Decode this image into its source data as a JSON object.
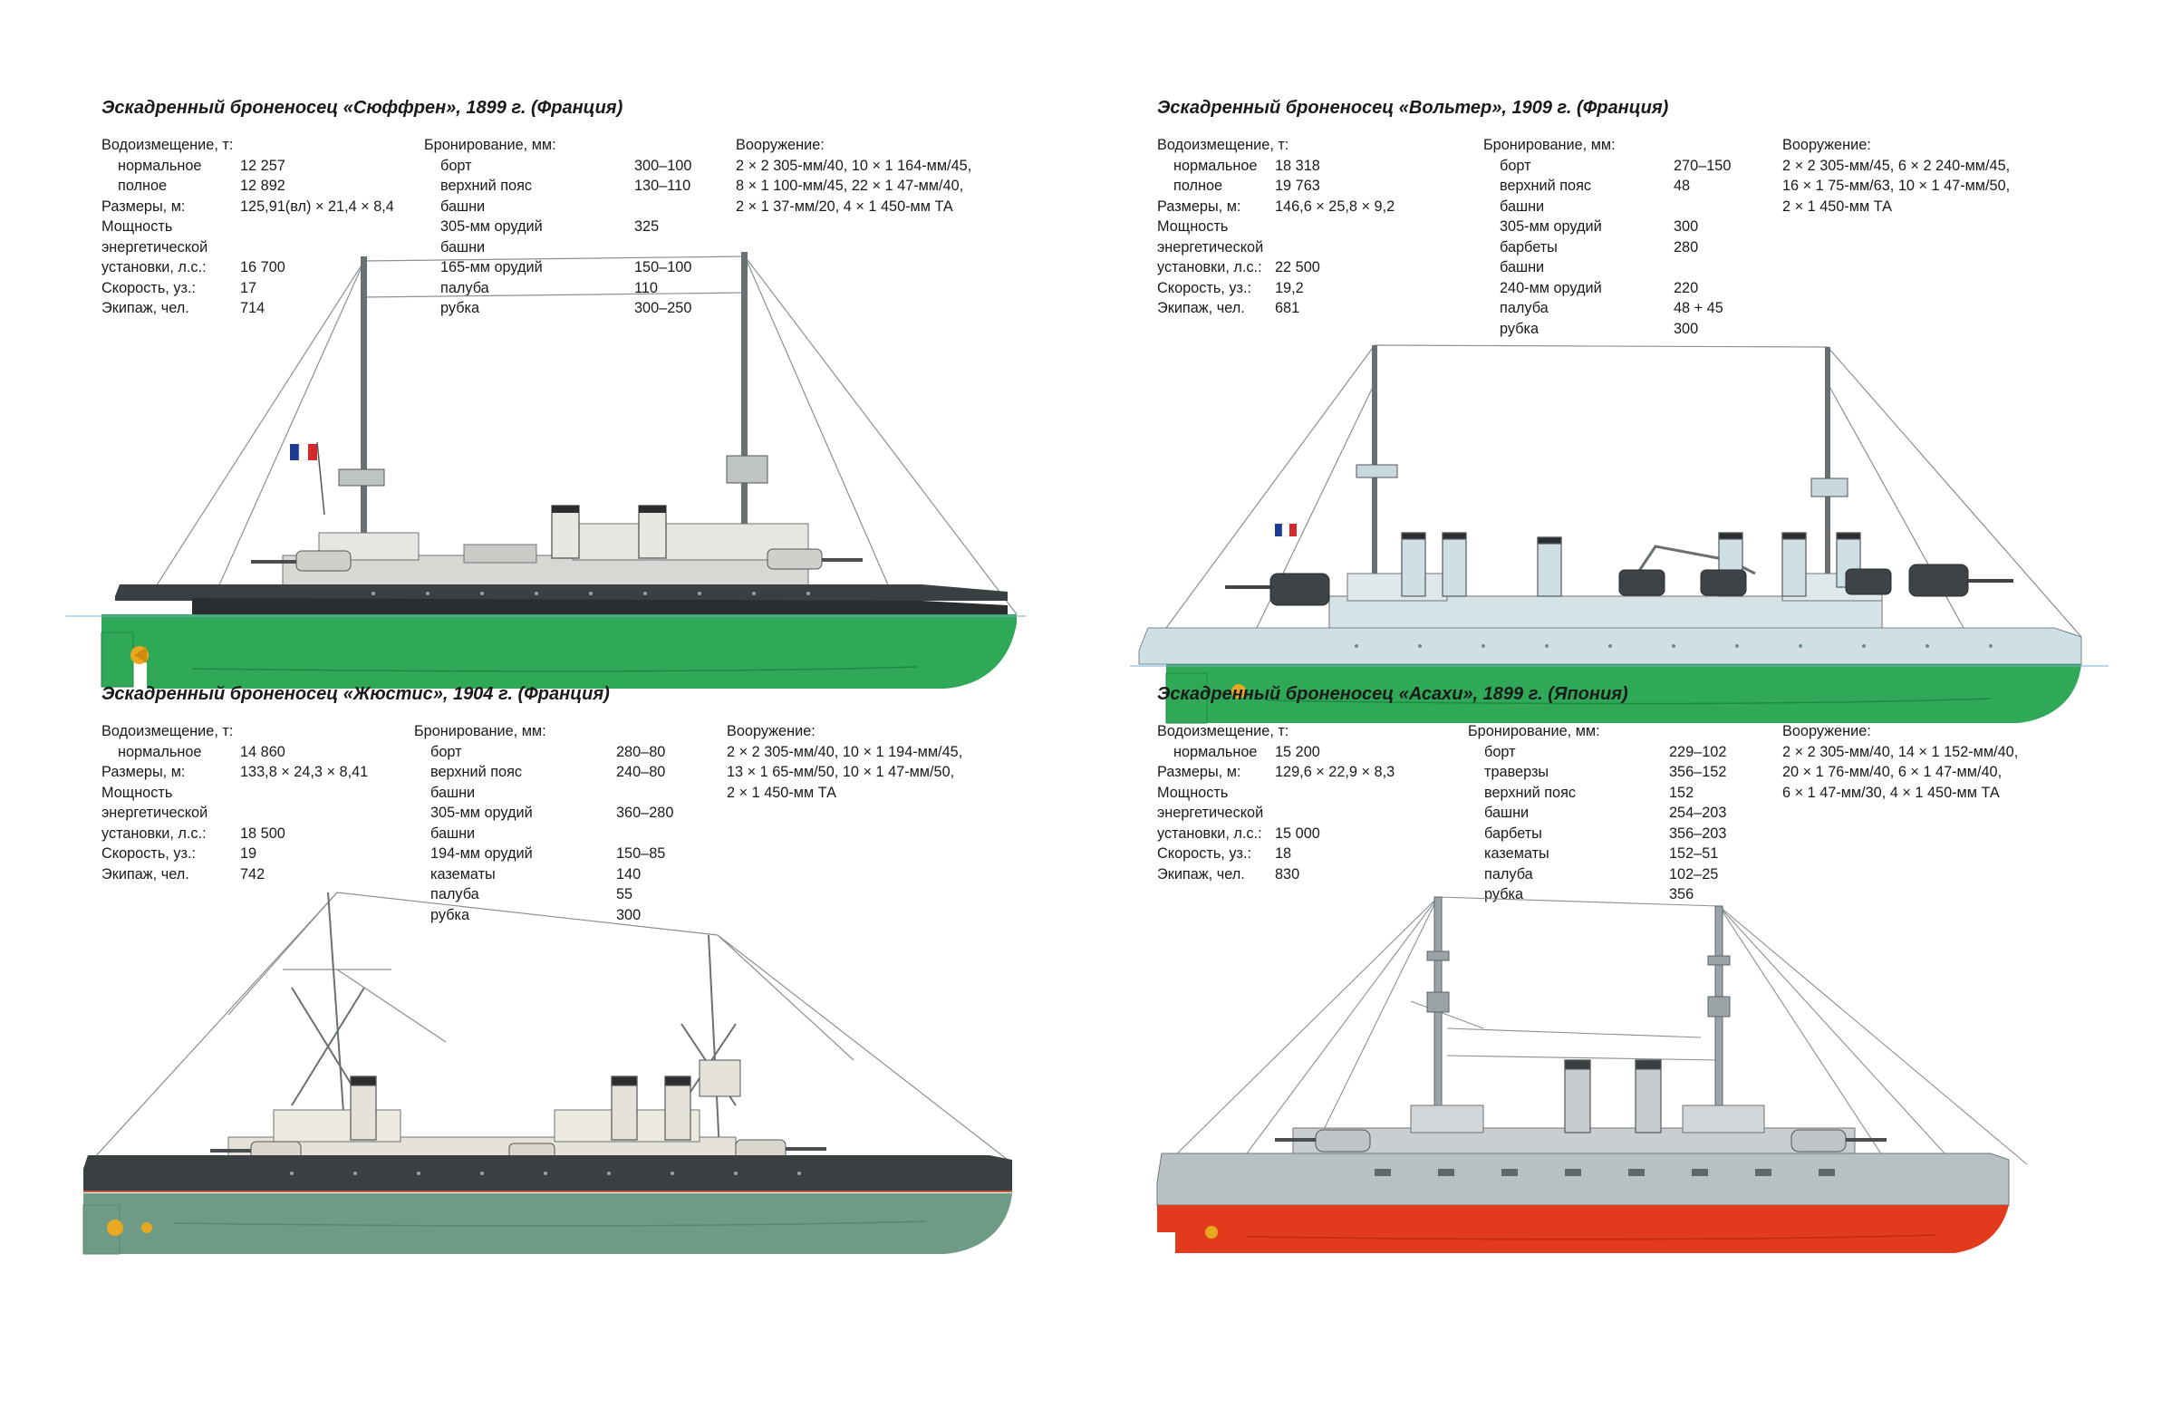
{
  "colors": {
    "text": "#1a1a1a",
    "hull_green": "#2fa857",
    "hull_sage": "#6f9a86",
    "hull_red": "#e23a1c",
    "upper_dark": "#3a3f42",
    "upper_pale": "#cfdfe3",
    "upper_grey": "#b9c0c4",
    "superstructure_light": "#e4e2d9",
    "rudder_yellow": "#e8a820"
  },
  "panels": [
    {
      "title": "Эскадренный броненосец «Сюффрен», 1899 г. (Франция)",
      "specs_header": "Водоизмещение, т:",
      "specs": [
        {
          "label": "нормальное",
          "value": "12 257",
          "indent": true
        },
        {
          "label": "полное",
          "value": "12 892",
          "indent": true
        },
        {
          "label": "Размеры, м:",
          "value": "125,91(вл) × 21,4 × 8,4"
        },
        {
          "label": "Мощность",
          "value": ""
        },
        {
          "label": "энергетической",
          "value": ""
        },
        {
          "label": "установки, л.с.:",
          "value": "16 700"
        },
        {
          "label": "Скорость, уз.:",
          "value": "17"
        },
        {
          "label": "Экипаж, чел.",
          "value": "714"
        }
      ],
      "armor_header": "Бронирование, мм:",
      "armor": [
        {
          "label": "борт",
          "value": "300–100"
        },
        {
          "label": "верхний пояс",
          "value": "130–110"
        },
        {
          "label": "башни",
          "value": ""
        },
        {
          "label": "305-мм орудий",
          "value": "325"
        },
        {
          "label": "башни",
          "value": ""
        },
        {
          "label": "165-мм орудий",
          "value": "150–100"
        },
        {
          "label": "палуба",
          "value": "110"
        },
        {
          "label": "рубка",
          "value": "300–250"
        }
      ],
      "armament_header": "Вооружение:",
      "armament": [
        "2 × 2 305-мм/40, 10 × 1 164-мм/45,",
        "8 × 1 100-мм/45, 22 × 1 47-мм/40,",
        "2 × 1 37-мм/20, 4 × 1 450-мм ТА"
      ],
      "ship": {
        "hull": "hull_green",
        "upper": "upper_dark",
        "funnels": 2,
        "flag": true,
        "style": "suffren"
      }
    },
    {
      "title": "Эскадренный броненосец «Вольтер», 1909 г. (Франция)",
      "specs_header": "Водоизмещение, т:",
      "specs": [
        {
          "label": "нормальное",
          "value": "18 318",
          "indent": true
        },
        {
          "label": "полное",
          "value": "19 763",
          "indent": true
        },
        {
          "label": "Размеры, м:",
          "value": "146,6 × 25,8 × 9,2"
        },
        {
          "label": "Мощность",
          "value": ""
        },
        {
          "label": "энергетической",
          "value": ""
        },
        {
          "label": "установки, л.с.:",
          "value": "22 500"
        },
        {
          "label": "Скорость, уз.:",
          "value": "19,2"
        },
        {
          "label": "Экипаж, чел.",
          "value": "681"
        }
      ],
      "armor_header": "Бронирование, мм:",
      "armor": [
        {
          "label": "борт",
          "value": "270–150"
        },
        {
          "label": "верхний пояс",
          "value": "48"
        },
        {
          "label": "башни",
          "value": ""
        },
        {
          "label": "305-мм орудий",
          "value": "300"
        },
        {
          "label": "барбеты",
          "value": "280"
        },
        {
          "label": "башни",
          "value": ""
        },
        {
          "label": "240-мм орудий",
          "value": "220"
        },
        {
          "label": "палуба",
          "value": "48 + 45"
        },
        {
          "label": "рубка",
          "value": "300"
        }
      ],
      "armament_header": "Вооружение:",
      "armament": [
        "2 × 2 305-мм/45, 6 × 2 240-мм/45,",
        "16 × 1 75-мм/63, 10 × 1 47-мм/50,",
        "2 × 1 450-мм ТА"
      ],
      "ship": {
        "hull": "hull_green",
        "upper": "upper_pale",
        "funnels": 6,
        "flag": true,
        "style": "voltaire"
      }
    },
    {
      "title": "Эскадренный броненосец «Жюстис», 1904 г. (Франция)",
      "specs_header": "Водоизмещение, т:",
      "specs": [
        {
          "label": "нормальное",
          "value": "14 860",
          "indent": true
        },
        {
          "label": "Размеры, м:",
          "value": "133,8 × 24,3 × 8,41"
        },
        {
          "label": "Мощность",
          "value": ""
        },
        {
          "label": "энергетической",
          "value": ""
        },
        {
          "label": "установки, л.с.:",
          "value": "18 500"
        },
        {
          "label": "Скорость, уз.:",
          "value": "19"
        },
        {
          "label": "Экипаж, чел.",
          "value": "742"
        }
      ],
      "armor_header": "Бронирование, мм:",
      "armor": [
        {
          "label": "борт",
          "value": "280–80"
        },
        {
          "label": "верхний пояс",
          "value": "240–80"
        },
        {
          "label": "башни",
          "value": ""
        },
        {
          "label": "305-мм орудий",
          "value": "360–280"
        },
        {
          "label": "башни",
          "value": ""
        },
        {
          "label": "194-мм орудий",
          "value": "150–85"
        },
        {
          "label": "казематы",
          "value": "140"
        },
        {
          "label": "палуба",
          "value": "55"
        },
        {
          "label": "рубка",
          "value": "300"
        }
      ],
      "armament_header": "Вооружение:",
      "armament": [
        "2 × 2 305-мм/40, 10 × 1 194-мм/45,",
        "13 × 1 65-мм/50, 10 × 1 47-мм/50,",
        "2 × 1 450-мм ТА"
      ],
      "ship": {
        "hull": "hull_sage",
        "upper": "upper_dark",
        "funnels": 3,
        "flag": false,
        "style": "justice"
      }
    },
    {
      "title": "Эскадренный броненосец «Асахи», 1899 г. (Япония)",
      "specs_header": "Водоизмещение, т:",
      "specs": [
        {
          "label": "нормальное",
          "value": "15 200",
          "indent": true
        },
        {
          "label": "Размеры, м:",
          "value": "129,6 × 22,9 × 8,3"
        },
        {
          "label": "Мощность",
          "value": ""
        },
        {
          "label": "энергетической",
          "value": ""
        },
        {
          "label": "установки, л.с.:",
          "value": "15 000"
        },
        {
          "label": "Скорость, уз.:",
          "value": "18"
        },
        {
          "label": "Экипаж, чел.",
          "value": "830"
        }
      ],
      "armor_header": "Бронирование, мм:",
      "armor": [
        {
          "label": "борт",
          "value": "229–102"
        },
        {
          "label": "траверзы",
          "value": "356–152"
        },
        {
          "label": "верхний пояс",
          "value": "152"
        },
        {
          "label": "башни",
          "value": "254–203"
        },
        {
          "label": "барбеты",
          "value": "356–203"
        },
        {
          "label": "казематы",
          "value": "152–51"
        },
        {
          "label": "палуба",
          "value": "102–25"
        },
        {
          "label": "рубка",
          "value": "356"
        }
      ],
      "armament_header": "Вооружение:",
      "armament": [
        "2 × 2 305-мм/40, 14 × 1 152-мм/40,",
        "20 × 1 76-мм/40, 6 × 1 47-мм/40,",
        "6 × 1 47-мм/30, 4 × 1 450-мм ТА"
      ],
      "ship": {
        "hull": "hull_red",
        "upper": "upper_grey",
        "funnels": 2,
        "flag": false,
        "style": "asahi"
      }
    }
  ]
}
